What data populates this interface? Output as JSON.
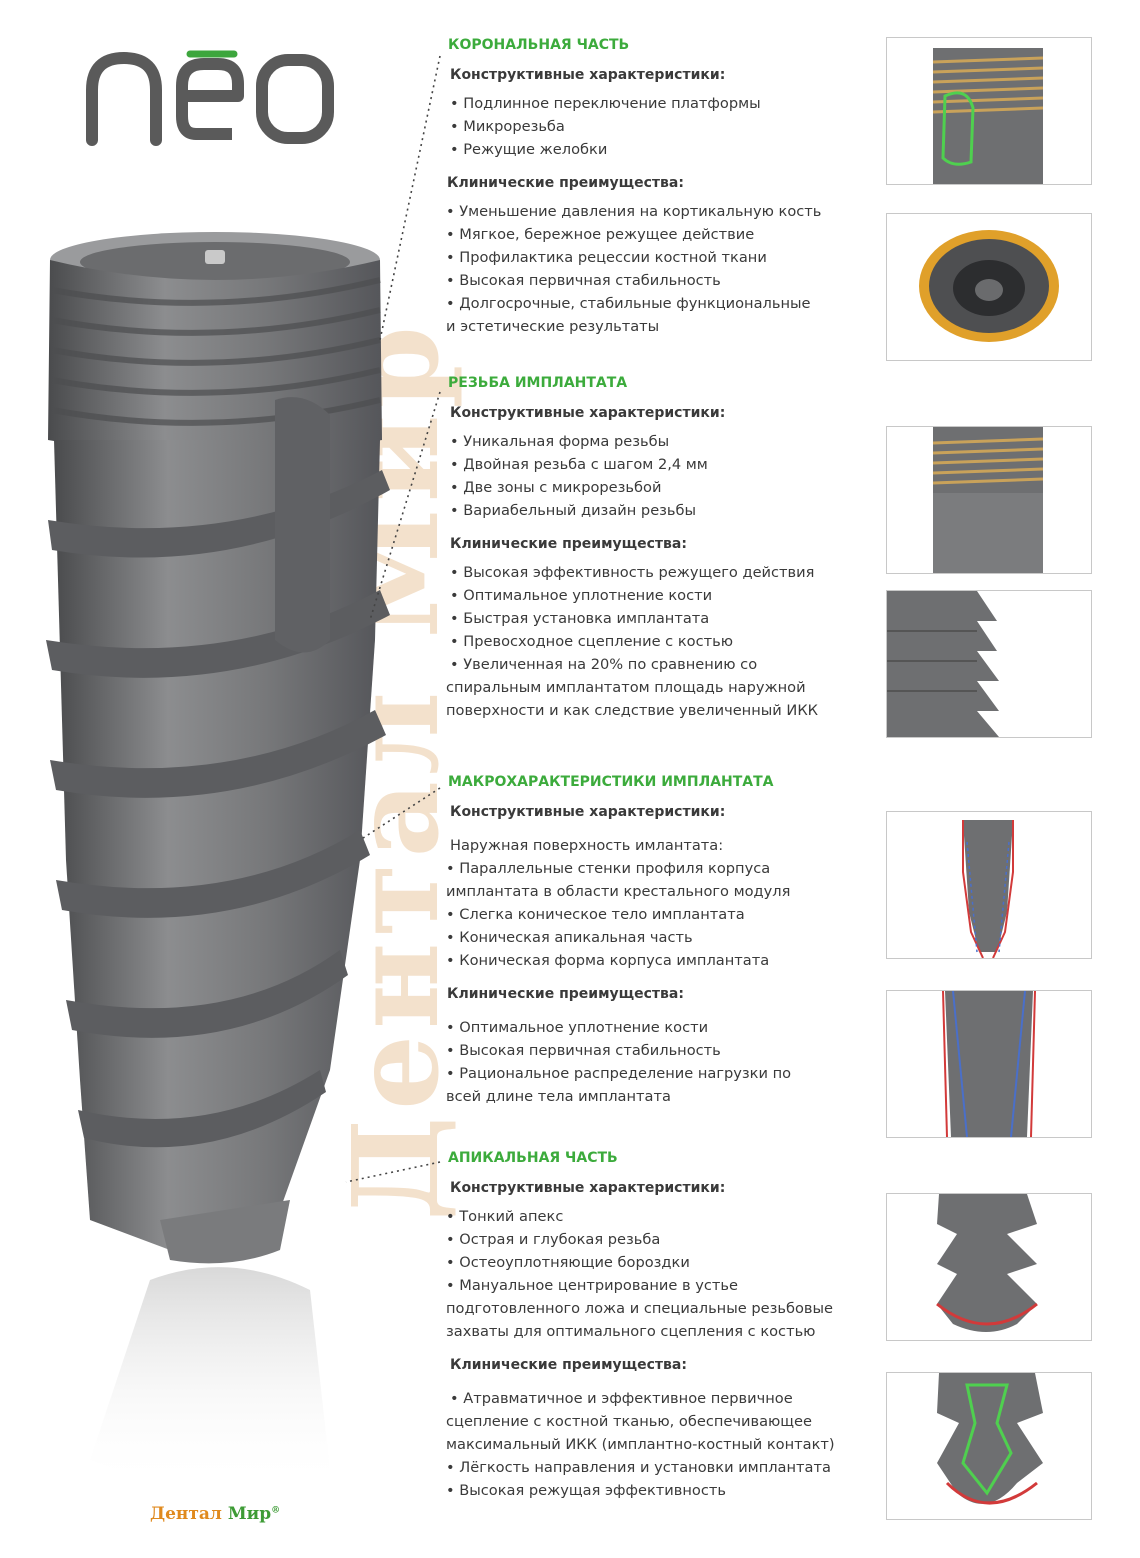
{
  "logo": {
    "text": "nēo"
  },
  "watermark": {
    "text": "Дентал Мир"
  },
  "brand": {
    "part1": "Дентал ",
    "part2": "Мир",
    "reg": "®"
  },
  "sections": [
    {
      "title": "КОРОНАЛЬНАЯ ЧАСТЬ",
      "design_label": "Конструктивные характеристики:",
      "design_items": [
        "• Подлинное переключение платформы",
        "• Микрорезьба",
        "• Режущие желобки"
      ],
      "clinical_label": "Клинические преимущества:",
      "clinical_items": [
        "• Уменьшение давления на кортикальную кость",
        " • Мягкое, бережное режущее действие",
        "• Профилактика рецессии костной ткани",
        "• Высокая первичная стабильность",
        "• Долгосрочные, стабильные функциональные",
        "и эстетические результаты"
      ]
    },
    {
      "title": "РЕЗЬБА ИМПЛАНТАТА",
      "design_label": "Конструктивные характеристики:",
      "design_items": [
        "• Уникальная форма резьбы",
        "• Двойная резьба с шагом  2,4 мм",
        "• Две зоны с микрорезьбой",
        "• Вариабельный дизайн резьбы"
      ],
      "clinical_label": "Клинические преимущества:",
      "clinical_items": [
        "• Высокая эффективность режущего действия",
        "• Оптимальное уплотнение кости",
        "• Быстрая установка имплантата",
        "• Превосходное сцепление с костью",
        "• Увеличенная на 20% по сравнению со",
        "спиральным имплантатом площадь наружной",
        "поверхности и как следствие увеличенный ИКК"
      ]
    },
    {
      "title": "МАКРОХАРАКТЕРИСТИКИ ИМПЛАНТАТА",
      "design_label": "Конструктивные характеристики:",
      "design_items": [
        "Наружная поверхность имлантата:",
        "• Параллельные стенки профиля корпуса",
        "имплантата в области крестального модуля",
        "• Слегка коническое тело имплантата",
        "• Коническая апикальная часть",
        "• Коническая форма корпуса имплантата"
      ],
      "clinical_label": "Клинические преимущества:",
      "clinical_items": [
        "• Оптимальное уплотнение кости",
        "• Высокая первичная стабильность",
        "• Рациональное распределение нагрузки по",
        "всей длине тела имплантата"
      ]
    },
    {
      "title": "АПИКАЛЬНАЯ ЧАСТЬ",
      "design_label": "Конструктивные характеристики:",
      "design_items": [
        "• Тонкий апекс",
        "• Острая и глубокая резьба",
        "• Остеоуплотняющие бороздки",
        "• Мануальное центрирование в устье",
        "подготовленного ложа и специальные резьбовые",
        "захваты для оптимального сцепления с костью"
      ],
      "clinical_label": "Клинические преимущества:",
      "clinical_items": [
        "• Атравматичное и эффективное первичное",
        "сцепление с костной тканью, обеспечивающее",
        "максимальный ИКК (имплантно-костный контакт)",
        "• Лёгкость направления и установки имплантата",
        "• Высокая режущая эффективность"
      ]
    }
  ],
  "thumbnails": [
    {
      "image": "coronal-microthread-photo"
    },
    {
      "image": "platform-top-view-photo"
    },
    {
      "image": "thread-microthread-photo"
    },
    {
      "image": "thread-profile-photo"
    },
    {
      "image": "tapered-body-outline-photo"
    },
    {
      "image": "body-load-distribution-photo"
    },
    {
      "image": "apex-profile-photo"
    },
    {
      "image": "apex-groove-photo"
    }
  ],
  "colors": {
    "section_title": "#3cab3c",
    "text": "#3a3a3a",
    "brand_orange": "#e08a1e",
    "brand_green": "#3d9b35",
    "logo_gray": "#5a5a5a",
    "implant_metal": "#6f7072",
    "highlight_gold": "#c9a25a",
    "highlight_green": "#4fd04f",
    "outline_red": "#d23a3a",
    "outline_blue": "#4a6fc9"
  }
}
